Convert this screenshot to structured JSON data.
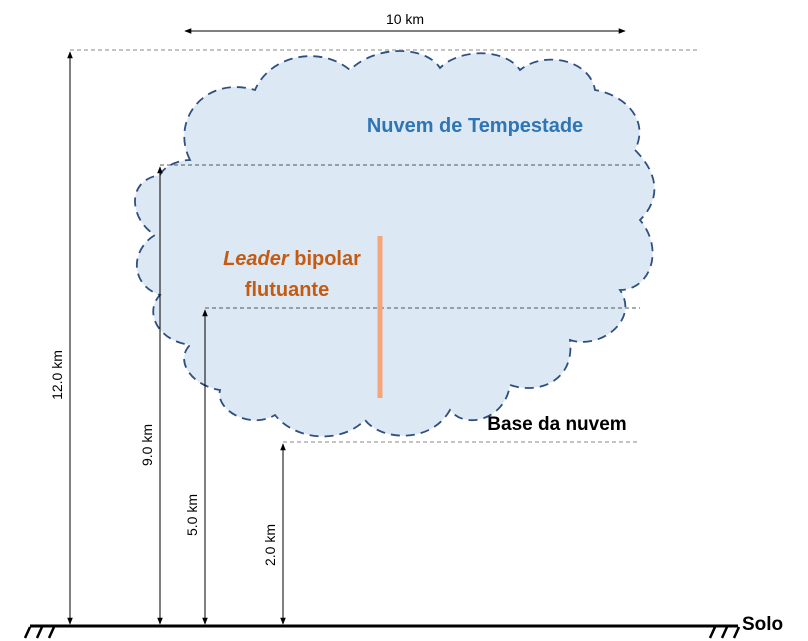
{
  "cloud": {
    "label": "Nuvem de Tempestade",
    "fill": "#dce9f5",
    "edge_color": "#2f4f7f",
    "label_color": "#2e75b6"
  },
  "width_label": "10 km",
  "leader": {
    "label_italic": "Leader",
    "label_rest": " bipolar",
    "label_line2": "flutuante",
    "color": "#f4a57a",
    "label_color": "#c55a11"
  },
  "base_label": "Base da nuvem",
  "ground_label": "Solo",
  "heights": [
    {
      "label": "12.0 km",
      "value_km": 12.0
    },
    {
      "label": "9.0 km",
      "value_km": 9.0
    },
    {
      "label": "5.0 km",
      "value_km": 5.0
    },
    {
      "label": "2.0 km",
      "value_km": 2.0
    }
  ]
}
